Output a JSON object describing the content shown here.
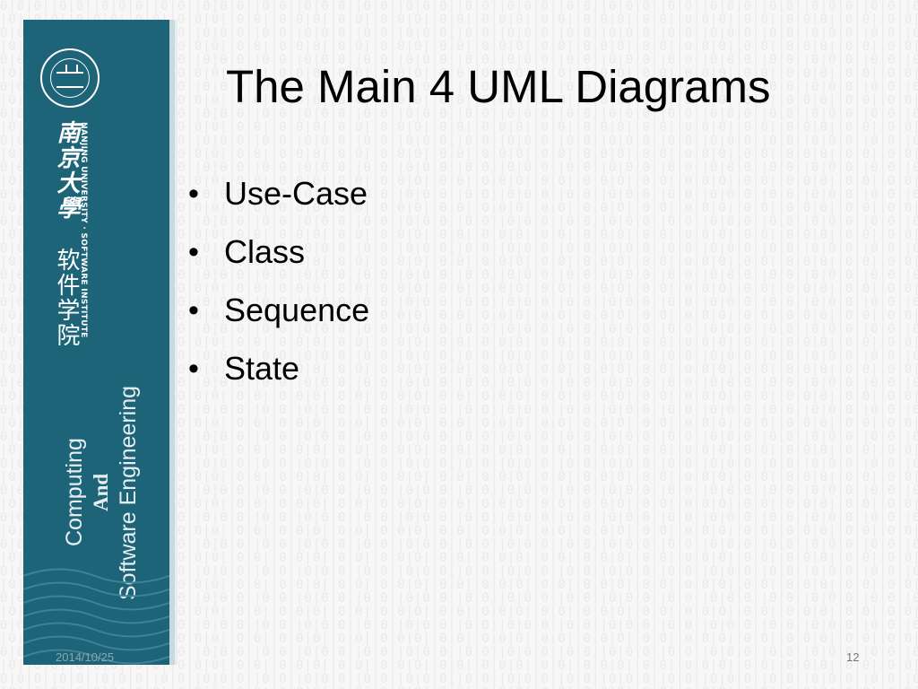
{
  "slide": {
    "title": "The Main 4 UML Diagrams",
    "bullets": [
      "Use-Case",
      "Class",
      "Sequence",
      "State"
    ],
    "date": "2014/10/25",
    "page_number": "12"
  },
  "sidebar": {
    "university_name_cn": "南京大學",
    "institute_name_cn": "软件学院",
    "university_name_en": "NANJING UNIVERSITY · SOFTWARE INSTITUTE",
    "department_line_1": "Computing",
    "department_line_2": "And",
    "department_line_3": "Software Engineering",
    "logo_icon": "university-seal-icon"
  },
  "colors": {
    "sidebar": "#1e6479",
    "background": "#f7f7f7",
    "text": "#000000"
  }
}
